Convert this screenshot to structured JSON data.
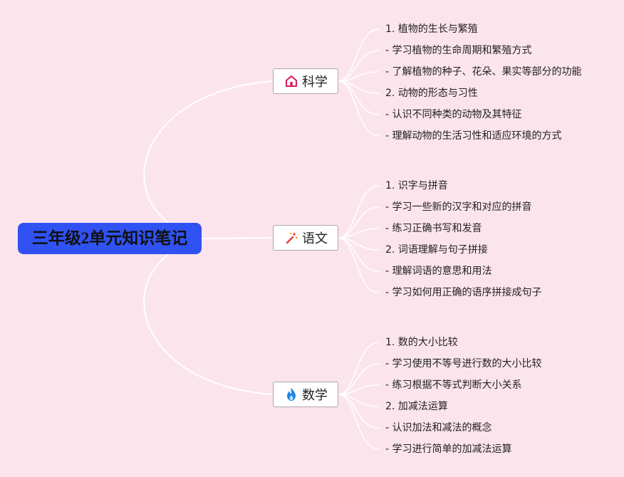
{
  "root": {
    "label": "三年级2单元知识笔记"
  },
  "branches": [
    {
      "label": "科学",
      "icon": "house-icon",
      "icon_color": "#d81b60",
      "items": [
        "1. 植物的生长与繁殖",
        "- 学习植物的生命周期和繁殖方式",
        "- 了解植物的种子、花朵、果实等部分的功能",
        "2. 动物的形态与习性",
        "- 认识不同种类的动物及其特征",
        "- 理解动物的生活习性和适应环境的方式"
      ]
    },
    {
      "label": "语文",
      "icon": "magic-wand-icon",
      "icon_color": "#e53935",
      "items": [
        "1. 识字与拼音",
        "- 学习一些新的汉字和对应的拼音",
        "- 练习正确书写和发音",
        "2. 词语理解与句子拼接",
        "- 理解词语的意思和用法",
        "- 学习如何用正确的语序拼接成句子"
      ]
    },
    {
      "label": "数学",
      "icon": "flame-icon",
      "icon_color": "#1e88e5",
      "items": [
        "1. 数的大小比较",
        "- 学习使用不等号进行数的大小比较",
        "- 练习根据不等式判断大小关系",
        "2. 加减法运算",
        "- 认识加法和减法的概念",
        "- 学习进行简单的加减法运算"
      ]
    }
  ],
  "colors": {
    "background": "#fce4ec",
    "root": "#3052f2",
    "link": "#ffffff"
  }
}
